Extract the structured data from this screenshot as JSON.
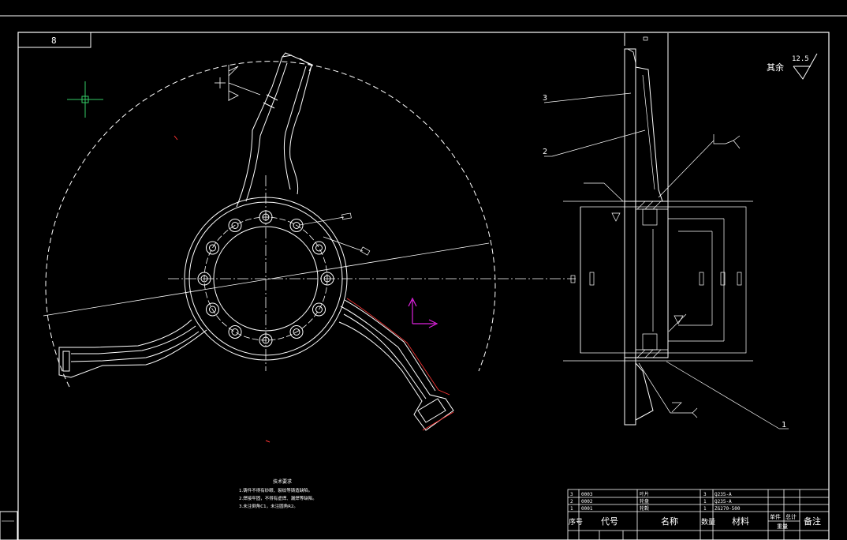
{
  "title_block_corner": "8",
  "surface_finish": {
    "label": "其余",
    "value": "12.5"
  },
  "leaders": {
    "part_1": "1",
    "part_2": "2",
    "part_3": "3"
  },
  "notes": {
    "title": "技术要求",
    "lines": [
      "1.铸件不得有砂眼、裂纹等铸造缺陷。",
      "2.焊接牢固，不得有虚焊、漏焊等缺陷。",
      "3.未注倒角C1，未注圆角R2。"
    ]
  },
  "bom": {
    "headers": {
      "index": "序号",
      "code": "代号",
      "name": "名称",
      "qty": "数量",
      "material": "材料",
      "unit_weight": "单件",
      "total_weight": "总计",
      "weight": "重量",
      "remarks": "备注"
    },
    "rows": [
      {
        "index": "3",
        "code": "0003",
        "name": "叶片",
        "qty": "3",
        "material": "Q235-A"
      },
      {
        "index": "2",
        "code": "0002",
        "name": "轮盘",
        "qty": "1",
        "material": "Q235-A"
      },
      {
        "index": "1",
        "code": "0001",
        "name": "轮毂",
        "qty": "1",
        "material": "ZG270-500"
      }
    ]
  },
  "colors": {
    "background": "#000000",
    "lines": "#ffffff",
    "accent_red": "#ff3333",
    "ucs_magenta": "#dd22dd",
    "cursor_green": "#33cc66"
  }
}
